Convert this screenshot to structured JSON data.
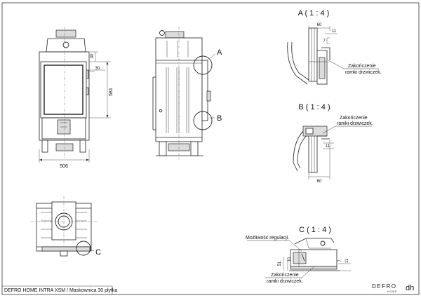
{
  "front_view": {
    "dimensions": {
      "width": "506",
      "height": "581",
      "top_offset": "30",
      "right_offset": "30"
    }
  },
  "side_view": {
    "callouts": {
      "a": "A",
      "b": "B"
    }
  },
  "top_view": {
    "callouts": {
      "c": "C"
    }
  },
  "detail_a": {
    "title": "A ( 1 : 4 )",
    "dims": {
      "d60": "60",
      "d11": "11",
      "d7": "7"
    },
    "note_line1": "Zakończenie",
    "note_line2": "ramki drzwiczek."
  },
  "detail_b": {
    "title": "B ( 1 : 4 )",
    "dims": {
      "d60": "60",
      "d11": "11"
    },
    "note_line1": "Zakończenie",
    "note_line2": "ramki drzwiczek."
  },
  "detail_c": {
    "title": "C ( 1 : 4 )",
    "adjust_label": "Możliwość regulacji.",
    "dims": {
      "d51": "51",
      "d10": "10",
      "d7": "7",
      "d11": "11"
    },
    "note_line1": "Zakończenie",
    "note_line2": "ramki drzwiczek."
  },
  "footer": {
    "caption": "DEFRO HOME INTRA XSM / Maskownica 30 płytka",
    "logo_text": "DEFRO",
    "logo_sub": "HOME"
  }
}
